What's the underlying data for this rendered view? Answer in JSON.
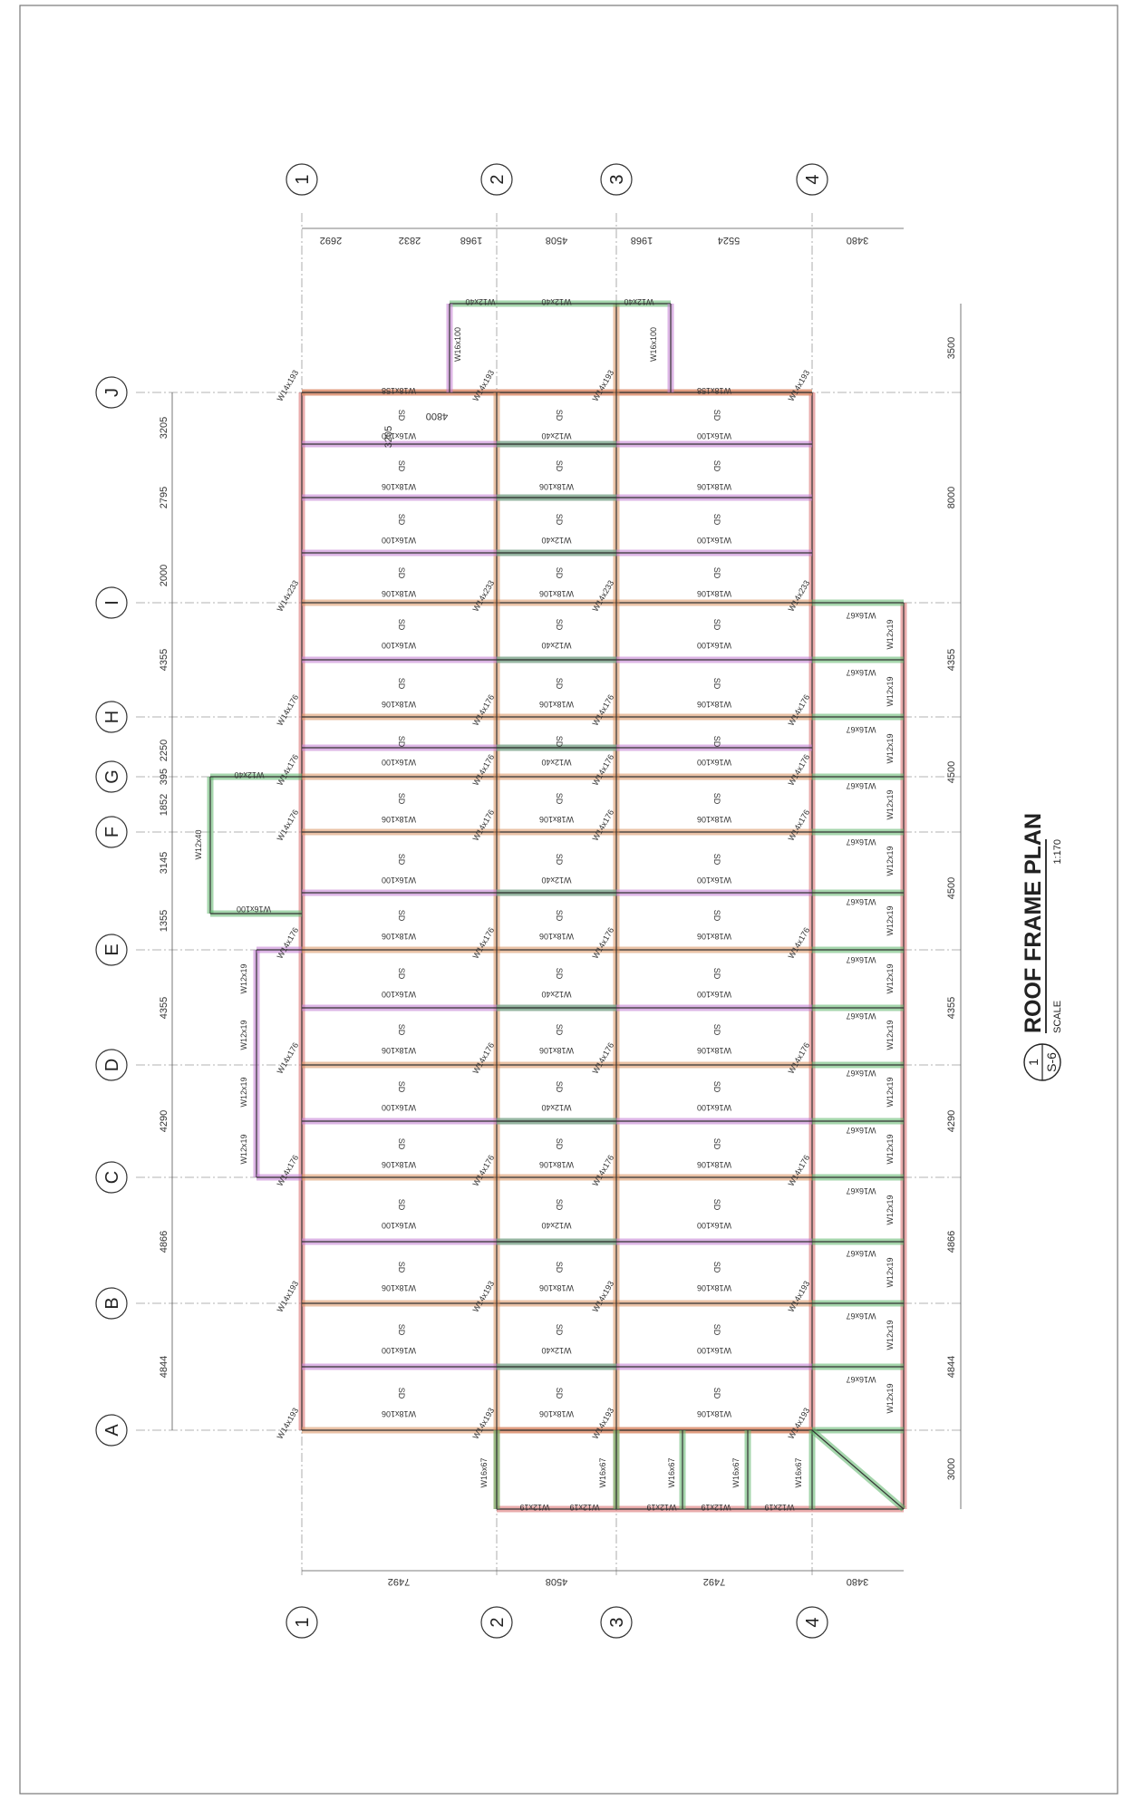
{
  "drawing": {
    "title": "ROOF FRAME PLAN",
    "scale_label": "SCALE",
    "scale_value": "1:170",
    "detail_number": "1",
    "sheet_ref": "S-6"
  },
  "grid": {
    "letters": [
      "A",
      "B",
      "C",
      "D",
      "E",
      "F",
      "G",
      "H",
      "I",
      "J"
    ],
    "numbers": [
      "1",
      "2",
      "3",
      "4"
    ]
  },
  "dimensions": {
    "letter_spacing_left": [
      "4844",
      "4866",
      "4290",
      "4355",
      "1355",
      "3145",
      "1852",
      "395",
      "2250",
      "4355",
      "2000",
      "2795",
      "3205"
    ],
    "letter_spacing_right": [
      "3000",
      "4844",
      "4866",
      "4290",
      "4355",
      "4500",
      "4500",
      "4355",
      "8000",
      "3500"
    ],
    "number_spacing_bottom": [
      "7492",
      "4508",
      "7492",
      "3480"
    ],
    "number_spacing_top": [
      "2692",
      "2832",
      "1968",
      "4508",
      "1968",
      "5524",
      "3480"
    ],
    "inner": [
      "4800",
      "3205"
    ]
  },
  "members": {
    "girder_a": "W14x193",
    "girder_b": "W14x176",
    "girder_c": "W14x233",
    "beam_heavy": "W18x158",
    "beam_main": "W18x106",
    "beam_sec": "W16x100",
    "beam_light": "W12x40",
    "edge_beam": "W16x67",
    "joist": "W12x19",
    "span_tag": "SD"
  },
  "colors": {
    "girder": "#d9925f",
    "primary_beam": "#c07ad0",
    "secondary": "#5cb56a",
    "edge": "#d96a6a",
    "grid": "#9a9a9a",
    "linework": "#333333"
  }
}
